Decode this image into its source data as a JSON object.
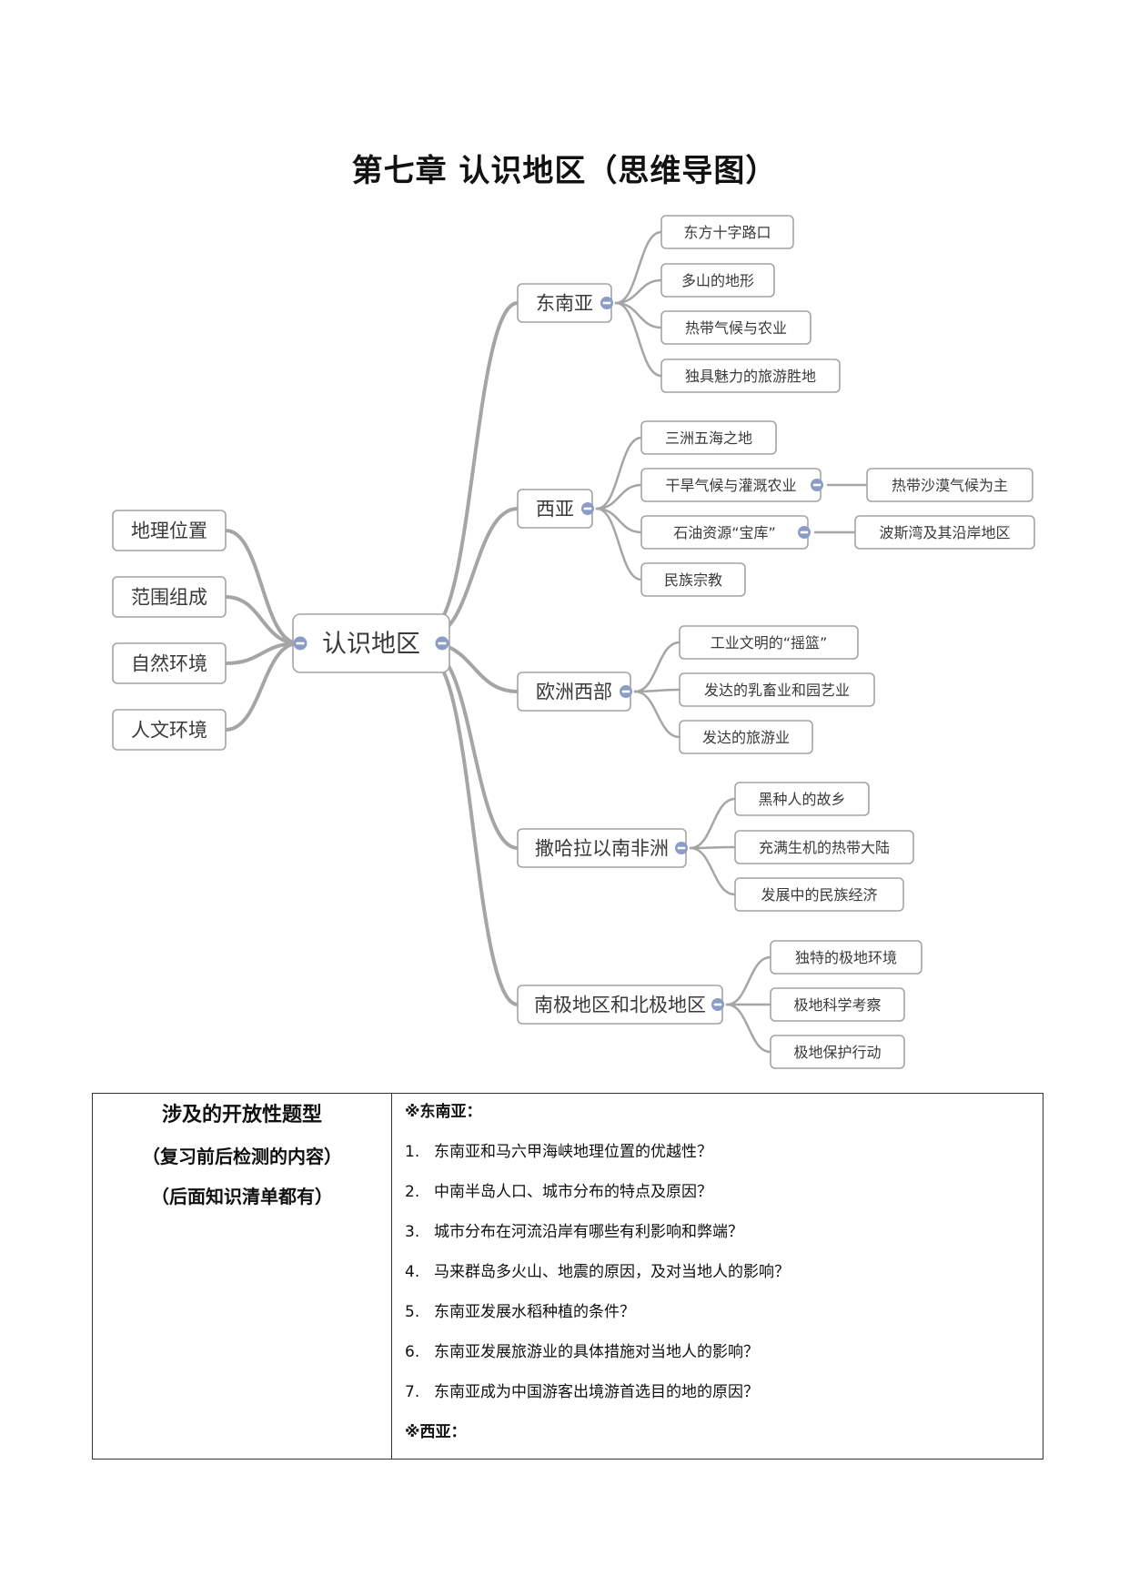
{
  "title": "第七章   认识地区（思维导图）",
  "mindmap": {
    "root": "认识地区",
    "left_branches": [
      "地理位置",
      "范围组成",
      "自然环境",
      "人文环境"
    ],
    "right_branches": [
      {
        "label": "东南亚",
        "children": [
          {
            "label": "东方十字路口"
          },
          {
            "label": "多山的地形"
          },
          {
            "label": "热带气候与农业"
          },
          {
            "label": "独具魅力的旅游胜地"
          }
        ]
      },
      {
        "label": "西亚",
        "children": [
          {
            "label": "三洲五海之地"
          },
          {
            "label": "干旱气候与灌溉农业",
            "child": "热带沙漠气候为主"
          },
          {
            "label": "石油资源“宝库”",
            "child": "波斯湾及其沿岸地区"
          },
          {
            "label": "民族宗教"
          }
        ]
      },
      {
        "label": "欧洲西部",
        "children": [
          {
            "label": "工业文明的“摇篮”"
          },
          {
            "label": "发达的乳畜业和园艺业"
          },
          {
            "label": "发达的旅游业"
          }
        ]
      },
      {
        "label": "撒哈拉以南非洲",
        "children": [
          {
            "label": "黑种人的故乡"
          },
          {
            "label": "充满生机的热带大陆"
          },
          {
            "label": "发展中的民族经济"
          }
        ]
      },
      {
        "label": "南极地区和北极地区",
        "children": [
          {
            "label": "独特的极地环境"
          },
          {
            "label": "极地科学考察"
          },
          {
            "label": "极地保护行动"
          }
        ]
      }
    ]
  },
  "table": {
    "left": {
      "heading": "涉及的开放性题型",
      "line2": "（复习前后检测的内容）",
      "line3": "（后面知识清单都有）"
    },
    "right": {
      "section1": "※东南亚：",
      "questions": [
        {
          "num": "1.",
          "text": "东南亚和马六甲海峡地理位置的优越性？"
        },
        {
          "num": "2.",
          "text": "中南半岛人口、城市分布的特点及原因？"
        },
        {
          "num": "3.",
          "text": "城市分布在河流沿岸有哪些有利影响和弊端？"
        },
        {
          "num": "4.",
          "text": "马来群岛多火山、地震的原因，及对当地人的影响？"
        },
        {
          "num": "5.",
          "text": "东南亚发展水稻种植的条件？"
        },
        {
          "num": "6.",
          "text": "东南亚发展旅游业的具体措施对当地人的影响？"
        },
        {
          "num": "7.",
          "text": "东南亚成为中国游客出境游首选目的地的原因？"
        }
      ],
      "section2": "※西亚："
    }
  }
}
